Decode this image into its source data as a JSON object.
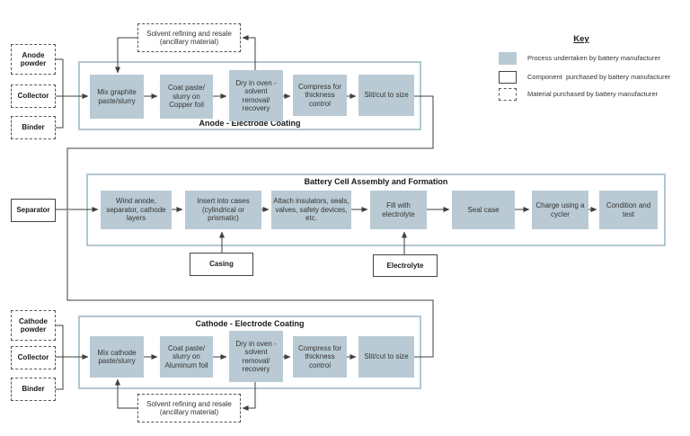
{
  "colors": {
    "process_fill": "#b9cad4",
    "container_border": "#b2c7d1",
    "line": "#3f3f3f"
  },
  "legend": {
    "title": "Key",
    "items": [
      {
        "swatch": "process",
        "label": "Process undertaken by battery manufacturer"
      },
      {
        "swatch": "component",
        "label": "Component  purchased by battery manufacturer"
      },
      {
        "swatch": "material",
        "label": "Material purchased by battery manufacturer"
      }
    ]
  },
  "anode": {
    "title": "Anode - Electrode Coating",
    "inputs": [
      {
        "label": "Anode powder"
      },
      {
        "label": "Collector"
      },
      {
        "label": "Binder"
      }
    ],
    "recycle": {
      "label": "Solvent refining and resale (ancillary material)"
    },
    "steps": [
      {
        "label": "Mix graphite paste/slurry"
      },
      {
        "label": "Coat paste/ slurry on Copper foil"
      },
      {
        "label": "Dry in oven - solvent removal/ recovery"
      },
      {
        "label": "Compress for thickness control"
      },
      {
        "label": "Slit/cut to size"
      }
    ]
  },
  "assembly": {
    "title": "Battery Cell Assembly and Formation",
    "input": {
      "label": "Separator"
    },
    "components": [
      {
        "label": "Casing"
      },
      {
        "label": "Electrolyte"
      }
    ],
    "steps": [
      {
        "label": "Wind anode, separator, cathode layers"
      },
      {
        "label": "Insert into cases (cylindrical or prismatic)"
      },
      {
        "label": "Attach insulators, seals, valves, safety devices, etc."
      },
      {
        "label": "Fill with electrolyte"
      },
      {
        "label": "Seal case"
      },
      {
        "label": "Charge using a cycler"
      },
      {
        "label": "Condition and test"
      }
    ]
  },
  "cathode": {
    "title": "Cathode - Electrode Coating",
    "inputs": [
      {
        "label": "Cathode powder"
      },
      {
        "label": "Collector"
      },
      {
        "label": "Binder"
      }
    ],
    "recycle": {
      "label": "Solvent refining and resale (ancillary material)"
    },
    "steps": [
      {
        "label": "Mix cathode paste/slurry"
      },
      {
        "label": "Coat paste/ slurry on Aluminum foil"
      },
      {
        "label": "Dry in oven - solvent removal/ recovery"
      },
      {
        "label": "Compress for thickness control"
      },
      {
        "label": "Slit/cut to size"
      }
    ]
  }
}
